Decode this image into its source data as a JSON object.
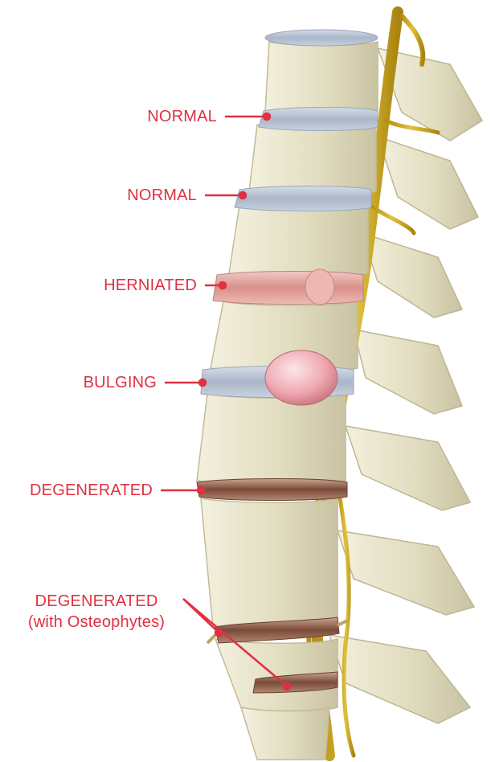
{
  "labels": {
    "normal_1": "NORMAL",
    "normal_2": "NORMAL",
    "herniated": "HERNIATED",
    "bulging": "BULGING",
    "degenerated_1": "DEGENERATED",
    "degenerated_2": "DEGENERATED",
    "degenerated_2_sub": "(with Osteophytes)"
  },
  "colors": {
    "label": "#e03041",
    "bone": "#e6e2c8",
    "nerve": "#c9a21c",
    "disc_normal": "#b9c3d3",
    "disc_herniated": "#e3a6a6",
    "disc_degenerated": "#8a5a48"
  }
}
